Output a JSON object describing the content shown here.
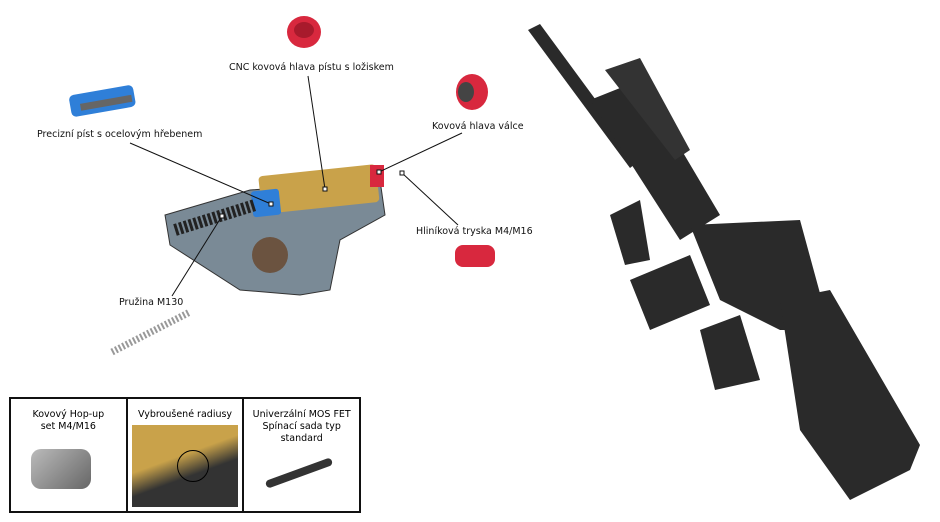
{
  "labels": {
    "piston_head": "CNC kovová hlava pístu s ložiskem",
    "piston": "Precizní píst s ocelovým hřebenem",
    "cylinder_head": "Kovová hlava válce",
    "nozzle": "Hliníková tryska M4/M16",
    "spring": "Pružina M130"
  },
  "panels": [
    {
      "line1": "Kovový Hop-up",
      "line2": "set M4/M16"
    },
    {
      "line1": "Vybroušené radiusy",
      "line2": ""
    },
    {
      "line1": "Univerzální MOS FET",
      "line2": "Spínací sada typ standard"
    }
  ],
  "colors": {
    "piston_blue": "#2f7fd8",
    "red_part": "#d8283e",
    "brass": "#c9a24a",
    "rifle": "#2a2a2a"
  }
}
